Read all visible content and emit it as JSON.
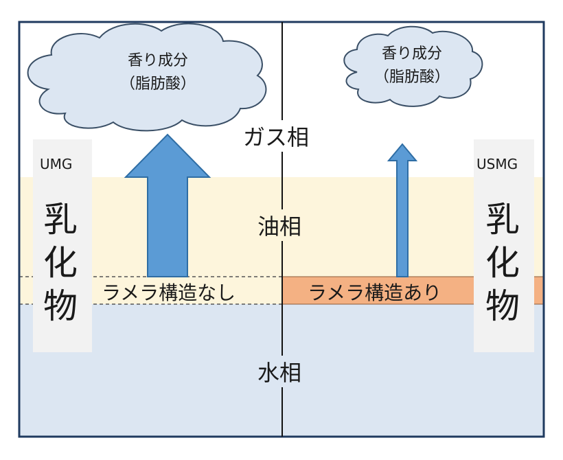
{
  "phases": {
    "gas": "ガス相",
    "oil": "油相",
    "water": "水相"
  },
  "left": {
    "cloud_line1": "香り成分",
    "cloud_line2": "（脂肪酸）",
    "emulsifier_code": "UMG",
    "emulsifier_chars": [
      "乳",
      "化",
      "物"
    ],
    "lamella_label": "ラメラ構造なし"
  },
  "right": {
    "cloud_line1": "香り成分",
    "cloud_line2": "（脂肪酸）",
    "emulsifier_code": "USMG",
    "emulsifier_chars": [
      "乳",
      "化",
      "物"
    ],
    "lamella_label": "ラメラ構造あり"
  },
  "colors": {
    "frame": "#1f3a5f",
    "cloud_fill": "#dce6f2",
    "cloud_stroke": "#3a4f66",
    "oil_phase": "#fdf5dc",
    "water_phase": "#dce6f2",
    "lamella_present": "#f4b183",
    "arrow": "#5b9bd5",
    "arrow_stroke": "#2e6da4",
    "panel": "#f2f2f2"
  }
}
